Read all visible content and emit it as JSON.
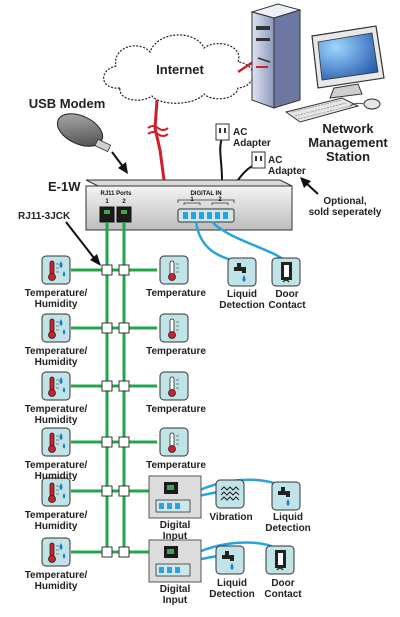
{
  "labels": {
    "internet": "Internet",
    "usb_modem": "USB Modem",
    "network_station": [
      "Network",
      "Management",
      "Station"
    ],
    "ac_adapter_1": [
      "AC",
      "Adapter"
    ],
    "ac_adapter_2": [
      "AC",
      "Adapter"
    ],
    "device": "E-1W",
    "rj11_ports": "RJ11 Ports",
    "port_nums": [
      "1",
      "2"
    ],
    "digital_in": "DIGITAL IN",
    "digital_nums": [
      "1",
      "2"
    ],
    "optional": [
      "Optional,",
      "sold seperately"
    ],
    "rj11_3jck": "RJ11-3JCK",
    "liquid_detection": [
      "Liquid",
      "Detection"
    ],
    "door_contact": [
      "Door",
      "Contact"
    ],
    "temp_humidity": [
      "Temperature/",
      "Humidity"
    ],
    "temperature": "Temperature",
    "digital_input": [
      "Digital",
      "Input"
    ],
    "vibration": "Vibration"
  },
  "colors": {
    "cable_green": "#22a64a",
    "cable_blue": "#29a3dd",
    "cable_red": "#d21e2b",
    "cable_black": "#111111",
    "sensor_fill": "#bfe3e6",
    "digital_box_fill": "#dcdcdc"
  },
  "icons": [
    "cloud-icon",
    "usb-modem-icon",
    "computer-icon",
    "ac-adapter-icon",
    "thermometer-icon",
    "water-drop-icon",
    "faucet-icon",
    "door-contact-icon",
    "vibration-icon",
    "rj11-jack-icon"
  ]
}
